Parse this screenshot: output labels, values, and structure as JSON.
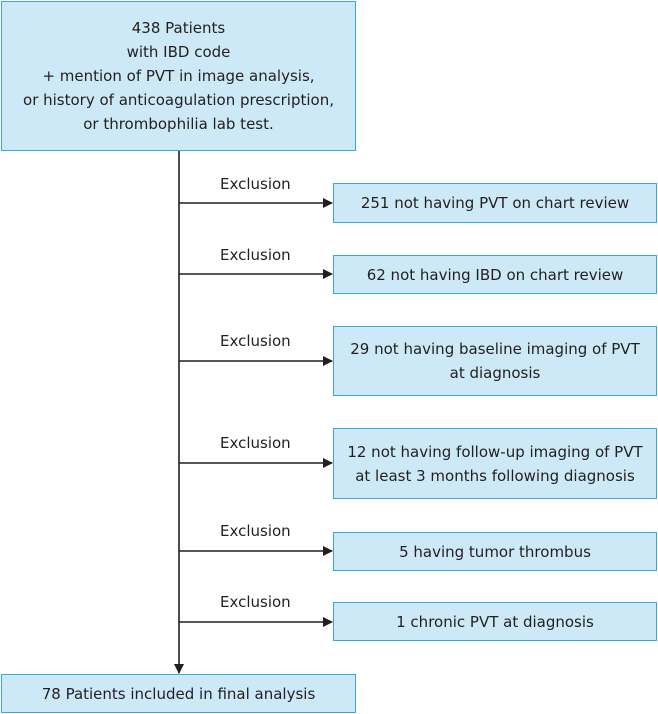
{
  "start_box": {
    "lines": [
      "438 Patients",
      "with IBD code",
      "+ mention of PVT in image analysis,",
      "or history of anticoagulation prescription,",
      "or thrombophilia lab test."
    ]
  },
  "exclusions": [
    {
      "label": "Exclusion",
      "lines": [
        "251 not having PVT on chart review"
      ]
    },
    {
      "label": "Exclusion",
      "lines": [
        "62 not having IBD on chart review"
      ]
    },
    {
      "label": "Exclusion",
      "lines": [
        "29 not having baseline imaging of PVT",
        "at diagnosis"
      ]
    },
    {
      "label": "Exclusion",
      "lines": [
        "12 not having follow-up imaging of PVT",
        "at least 3 months following diagnosis"
      ]
    },
    {
      "label": "Exclusion",
      "lines": [
        "5 having tumor thrombus"
      ]
    },
    {
      "label": "Exclusion",
      "lines": [
        "1 chronic PVT at diagnosis"
      ]
    }
  ],
  "final_box": {
    "text": "78 Patients included in final analysis"
  },
  "colors": {
    "box_fill": "#cde9f7",
    "box_border": "#39a9dc",
    "line": "#231f20"
  }
}
